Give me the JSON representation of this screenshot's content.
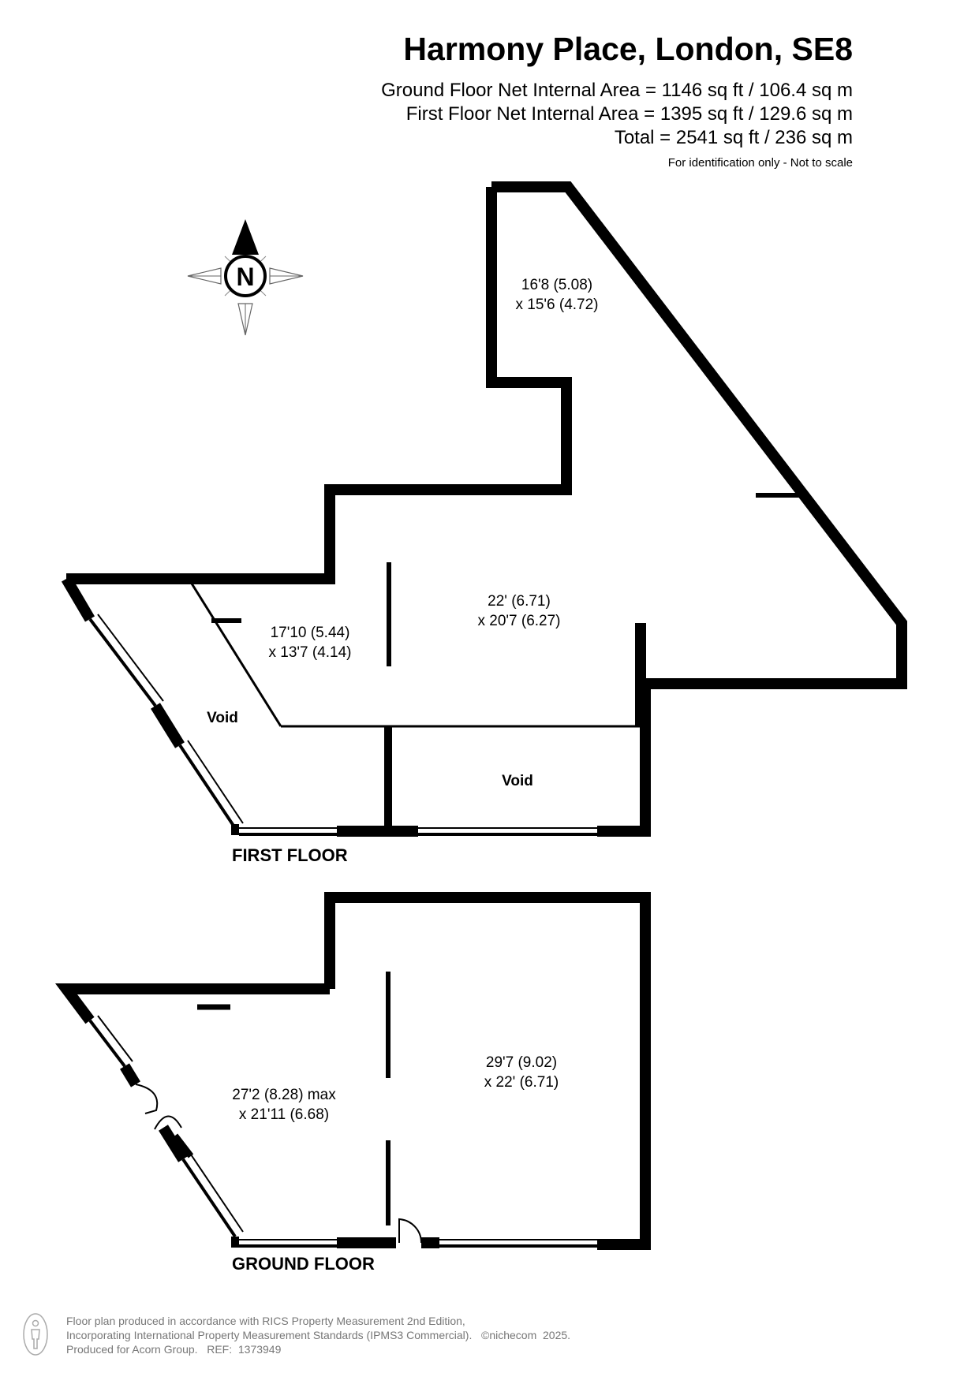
{
  "header": {
    "title": "Harmony Place, London, SE8",
    "ground_area": "Ground Floor Net Internal Area = 1146 sq ft / 106.4 sq m",
    "first_area": "First Floor Net Internal Area = 1395 sq ft / 129.6 sq m",
    "total_area": "Total = 2541 sq ft / 236 sq m",
    "disclaimer": "For identification only - Not to scale"
  },
  "compass": {
    "letter": "N"
  },
  "first_floor": {
    "label": "FIRST FLOOR",
    "rooms": [
      {
        "line1": "16'8 (5.08)",
        "line2": "x 15'6 (4.72)"
      },
      {
        "line1": "22' (6.71)",
        "line2": "x 20'7 (6.27)"
      },
      {
        "line1": "17'10 (5.44)",
        "line2": "x 13'7 (4.14)"
      }
    ],
    "voids": [
      "Void",
      "Void"
    ]
  },
  "ground_floor": {
    "label": "GROUND FLOOR",
    "rooms": [
      {
        "line1": "27'2 (8.28) max",
        "line2": "x 21'11 (6.68)"
      },
      {
        "line1": "29'7 (9.02)",
        "line2": "x 22' (6.71)"
      }
    ]
  },
  "footer": {
    "line1": "Floor plan produced in accordance with RICS Property Measurement 2nd Edition,",
    "line2": "Incorporating International Property Measurement Standards (IPMS3 Commercial).   ©nichecom  2025.",
    "line3": "Produced for Acorn Group.   REF:  1373949"
  }
}
